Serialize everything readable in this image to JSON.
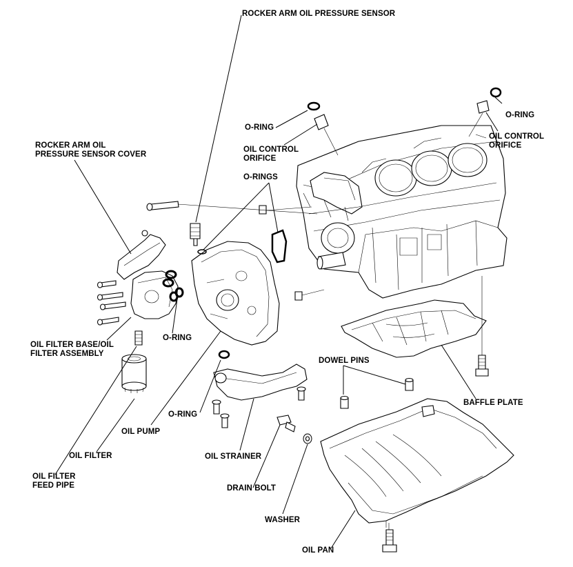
{
  "labels": {
    "rocker_sensor": "ROCKER ARM OIL PRESSURE SENSOR",
    "o_ring_top_right": "O-RING",
    "oil_control_orifice_right": "OIL CONTROL\nORIFICE",
    "o_ring_top_center": "O-RING",
    "oil_control_orifice_center": "OIL CONTROL\nORIFICE",
    "rocker_cover": "ROCKER ARM OIL\nPRESSURE SENSOR COVER",
    "o_rings": "O-RINGS",
    "o_ring_filter_base": "O-RING",
    "filter_base": "OIL FILTER BASE/OIL\nFILTER ASSEMBLY",
    "dowel_pins": "DOWEL PINS",
    "baffle_plate": "BAFFLE PLATE",
    "o_ring_pump": "O-RING",
    "oil_pump": "OIL PUMP",
    "oil_filter": "OIL FILTER",
    "oil_strainer": "OIL STRAINER",
    "oil_filter_feed_pipe": "OIL FILTER\nFEED PIPE",
    "drain_bolt": "DRAIN BOLT",
    "washer": "WASHER",
    "oil_pan": "OIL PAN"
  }
}
